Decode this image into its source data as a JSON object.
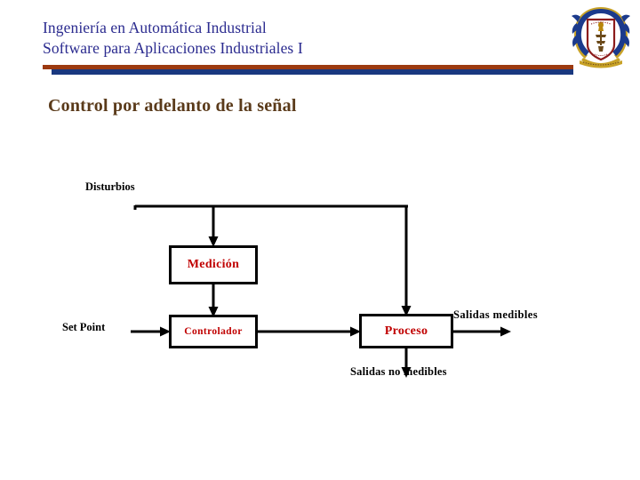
{
  "header": {
    "line1": "Ingeniería en Automática Industrial",
    "line2": "Software para Aplicaciones Industriales I",
    "text_color": "#2b2b8f",
    "rule_top_color": "#9c3a10",
    "rule_bottom_color": "#19387f",
    "crest_icon": "university-crest-icon"
  },
  "slide": {
    "title": "Control por adelanto de la señal",
    "title_color": "#5a3a1a"
  },
  "diagram": {
    "type": "block-diagram",
    "box_border_color": "#000000",
    "box_text_color": "#c00000",
    "label_text_color": "#000000",
    "boxes": [
      {
        "id": "medicion",
        "label": "Medición"
      },
      {
        "id": "controlador",
        "label": "Controlador"
      },
      {
        "id": "proceso",
        "label": "Proceso"
      }
    ],
    "labels": [
      {
        "id": "disturbios",
        "text": "Disturbios"
      },
      {
        "id": "set-point",
        "text": "Set Point"
      },
      {
        "id": "salidas-medibles",
        "text": "Salidas  medibles"
      },
      {
        "id": "salidas-no-medibles",
        "text": "Salidas no medibles"
      }
    ],
    "connections": [
      {
        "from": "disturbios-bus",
        "to": "medicion",
        "style": "arrow-down"
      },
      {
        "from": "disturbios-bus",
        "to": "proceso",
        "style": "arrow-down"
      },
      {
        "from": "medicion",
        "to": "controlador",
        "style": "arrow-down"
      },
      {
        "from": "set-point",
        "to": "controlador",
        "style": "arrow-right"
      },
      {
        "from": "controlador",
        "to": "proceso",
        "style": "arrow-right"
      },
      {
        "from": "proceso",
        "to": "salidas-medibles",
        "style": "arrow-right"
      },
      {
        "from": "proceso",
        "to": "salidas-no-medibles",
        "style": "arrow-down"
      }
    ]
  }
}
